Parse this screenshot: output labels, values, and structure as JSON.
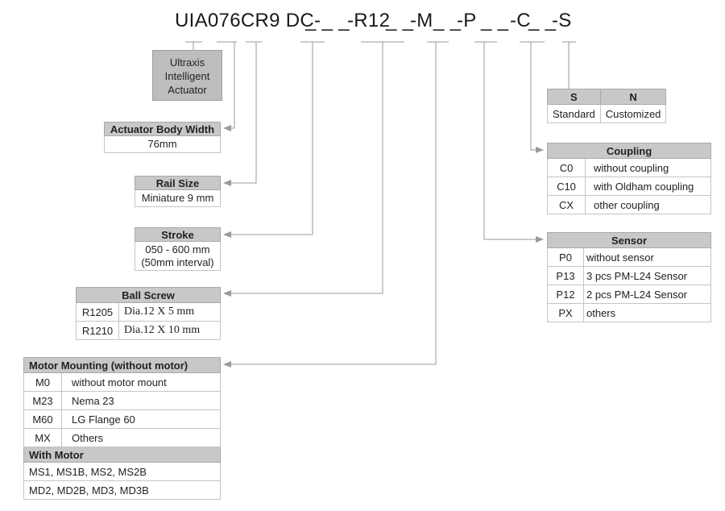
{
  "part_number": {
    "segments": [
      "UIA076CR9 DC-",
      "_ _ _",
      "-R12",
      "_ _",
      "-M",
      "_ _",
      "-P",
      "_ _",
      "-C",
      "_ _",
      "-S"
    ]
  },
  "series_box": {
    "lines": [
      "Ultraxis",
      "Intelligent",
      "Actuator"
    ]
  },
  "body_width": {
    "title": "Actuator Body Width",
    "value": "76mm"
  },
  "rail_size": {
    "title": "Rail Size",
    "value": "Miniature 9 mm"
  },
  "stroke": {
    "title": "Stroke",
    "line1": "050 - 600 mm",
    "line2": "(50mm interval)"
  },
  "ball_screw": {
    "title": "Ball Screw",
    "rows": [
      {
        "code": "R1205",
        "desc": "Dia.12 X 5 mm"
      },
      {
        "code": "R1210",
        "desc": "Dia.12 X 10 mm"
      }
    ]
  },
  "motor_mounting": {
    "title": "Motor Mounting (without motor)",
    "rows": [
      {
        "code": "M0",
        "desc": "without motor mount"
      },
      {
        "code": "M23",
        "desc": "Nema 23"
      },
      {
        "code": "M60",
        "desc": "LG Flange 60"
      },
      {
        "code": "MX",
        "desc": "Others"
      }
    ],
    "with_motor_title": "With Motor",
    "with_motor_rows": [
      "MS1, MS1B, MS2, MS2B",
      "MD2, MD2B, MD3, MD3B"
    ]
  },
  "spec": {
    "headers": [
      "S",
      "N"
    ],
    "values": [
      "Standard",
      "Customized"
    ]
  },
  "coupling": {
    "title": "Coupling",
    "rows": [
      {
        "code": "C0",
        "desc": "without coupling"
      },
      {
        "code": "C10",
        "desc": "with Oldham coupling"
      },
      {
        "code": "CX",
        "desc": "other coupling"
      }
    ]
  },
  "sensor": {
    "title": "Sensor",
    "rows": [
      {
        "code": "P0",
        "desc": "without sensor"
      },
      {
        "code": "P13",
        "desc": "3 pcs PM-L24 Sensor"
      },
      {
        "code": "P12",
        "desc": "2 pcs PM-L24 Sensor"
      },
      {
        "code": "PX",
        "desc": "others"
      }
    ]
  },
  "colors": {
    "header_bg": "#c8c8c8",
    "series_bg": "#bdbdbd",
    "line": "#9a9a9a"
  }
}
